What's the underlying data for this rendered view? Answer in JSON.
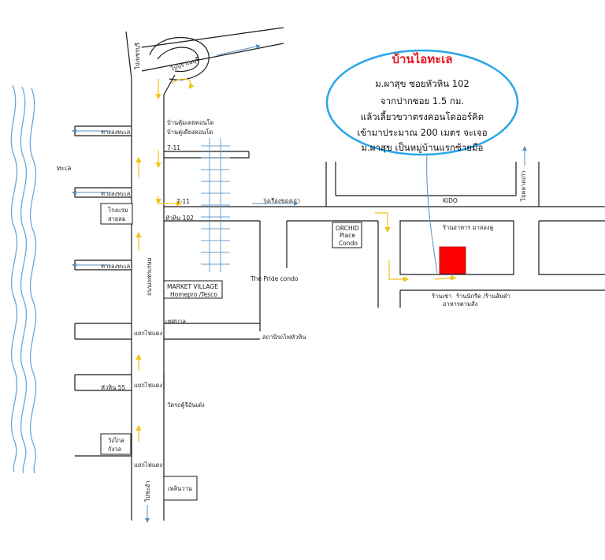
{
  "callout": {
    "title": "บ้านไอทะเล",
    "lines": [
      "ม.ผาสุข ซอยหัวหิน 102",
      "จากปากซอย 1.5 กม.",
      "แล้วเลี้ยวขวาตรงคอนโดออร์คิด",
      "เข้ามาประมาณ 200 เมตร จะเจอ",
      "ม.ผาสุข เป็นหมู่บ้านแรกซ้ายมือ"
    ]
  },
  "labels": {
    "to_petchaburi": "ไปเพชรบุรี",
    "to_pranburi": "ไปปราณบุรี",
    "sea": "ทะเล",
    "beach_access_1": "ทางลงทะเล",
    "beach_access_2": "ทางลงทะเล",
    "beach_access_3": "ทางลงทะเล",
    "condo_line1": "บ้านคุ้มเดยคอนโด",
    "condo_line2": "บ้านคู่เคียงคอนโด",
    "seven_eleven_1": "7-11",
    "seven_eleven_2": "7-11",
    "hotel_line1": "โรงแรม",
    "hotel_line2": "สายลม",
    "huahin_102": "หัวหิน 102",
    "rungruang": "รุ่งเรืองของเก่า",
    "kido": "KIDO",
    "to_market": "ไปตลาดเก่า",
    "orchid_1": "ORCHID",
    "orchid_2": "Place",
    "orchid_3": "Condo",
    "restaurant": "ร้านอาหาร มาลองดู",
    "phetkasem": "ถนนเพชรเกษม",
    "market_village_1": "MARKET VILLAGE",
    "market_village_2": "Homepro /Tesco",
    "pride_condo": "The Pride condo",
    "shop_rent": "ร้านเช่า",
    "shop_massage": "ร้านนักรีด /ร้านส้มตำ",
    "shop_food": "อาหารตามสั่ง",
    "municipality": "เทศบาล",
    "train_station": "สถานีรถไฟหัวหิน",
    "traffic_light_1": "แยกไฟแดง",
    "traffic_light_2": "แยกไฟแดง",
    "traffic_light_3": "แยกไฟแดง",
    "huahin_55": "หัวหิน 55",
    "wat": "วัดรถตู้จีอันเต๋ง",
    "wangklai_1": "วังไกล",
    "wangklai_2": "กังวล",
    "to_chaam": "ไปชะอำ",
    "plearnwan": "เพลินวาน"
  },
  "colors": {
    "road": "#1a1a1a",
    "sea_waves": "#6aa8d8",
    "direction_arrow": "#5a8fc0",
    "route_arrow": "#f0c419",
    "railway": "#6aa0d0",
    "callout_border": "#2aa6e8",
    "callout_title": "#e8141c",
    "house_marker": "#ff0000"
  },
  "icons": {
    "house_marker": "red-square-house-marker",
    "route_arrows": "yellow-arrow-icon",
    "direction_arrows": "blue-arrow-icon"
  }
}
